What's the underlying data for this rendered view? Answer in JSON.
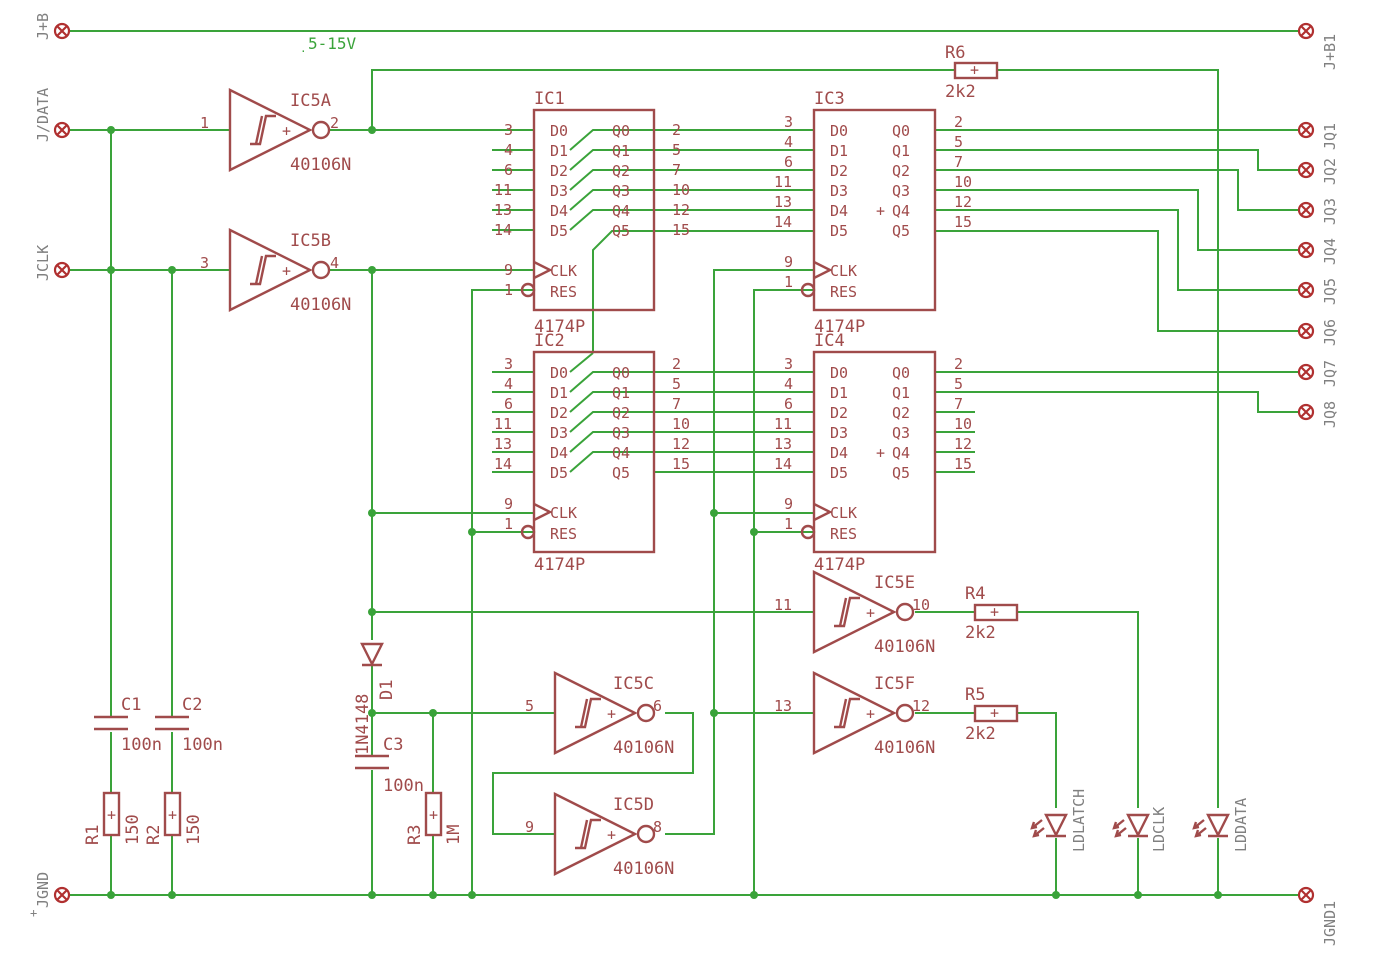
{
  "supply_label": "5-15V",
  "connectors": {
    "vb": "J+B",
    "data": "J/DATA",
    "clk": "JCLK",
    "gnd": "JGND",
    "vb1": "J+B1",
    "gnd1": "JGND1",
    "q1": "JQ1",
    "q2": "JQ2",
    "q3": "JQ3",
    "q4": "JQ4",
    "q5": "JQ5",
    "q6": "JQ6",
    "q7": "JQ7",
    "q8": "JQ8"
  },
  "ics": {
    "ic1": {
      "name": "IC1",
      "value": "4174P"
    },
    "ic2": {
      "name": "IC2",
      "value": "4174P"
    },
    "ic3": {
      "name": "IC3",
      "value": "4174P"
    },
    "ic4": {
      "name": "IC4",
      "value": "4174P"
    }
  },
  "ff_pins": {
    "inputs": [
      "D0",
      "D1",
      "D2",
      "D3",
      "D4",
      "D5"
    ],
    "outputs": [
      "Q0",
      "Q1",
      "Q2",
      "Q3",
      "Q4",
      "Q5"
    ],
    "clk": "CLK",
    "res": "RES",
    "in_nums": [
      "3",
      "4",
      "6",
      "11",
      "13",
      "14"
    ],
    "out_nums": [
      "2",
      "5",
      "7",
      "10",
      "12",
      "15"
    ],
    "clk_num": "9",
    "res_num": "1"
  },
  "gates": {
    "ic5a": {
      "name": "IC5A",
      "value": "40106N",
      "in": "1",
      "out": "2"
    },
    "ic5b": {
      "name": "IC5B",
      "value": "40106N",
      "in": "3",
      "out": "4"
    },
    "ic5c": {
      "name": "IC5C",
      "value": "40106N",
      "in": "5",
      "out": "6"
    },
    "ic5d": {
      "name": "IC5D",
      "value": "40106N",
      "in": "9",
      "out": "8"
    },
    "ic5e": {
      "name": "IC5E",
      "value": "40106N",
      "in": "11",
      "out": "10"
    },
    "ic5f": {
      "name": "IC5F",
      "value": "40106N",
      "in": "13",
      "out": "12"
    }
  },
  "parts": {
    "r1": {
      "name": "R1",
      "value": "150"
    },
    "r2": {
      "name": "R2",
      "value": "150"
    },
    "r3": {
      "name": "R3",
      "value": "1M"
    },
    "r4": {
      "name": "R4",
      "value": "2k2"
    },
    "r5": {
      "name": "R5",
      "value": "2k2"
    },
    "r6": {
      "name": "R6",
      "value": "2k2"
    },
    "c1": {
      "name": "C1",
      "value": "100n"
    },
    "c2": {
      "name": "C2",
      "value": "100n"
    },
    "c3": {
      "name": "C3",
      "value": "100n"
    },
    "d1": {
      "name": "D1",
      "value": "1N4148"
    }
  },
  "leds": {
    "latch": "LDLATCH",
    "clk": "LDCLK",
    "data": "LDDATA"
  },
  "colors": {
    "wire": "#3aa33a",
    "symbol": "#a04b4b",
    "pad": "#b03030",
    "label": "#808080"
  }
}
